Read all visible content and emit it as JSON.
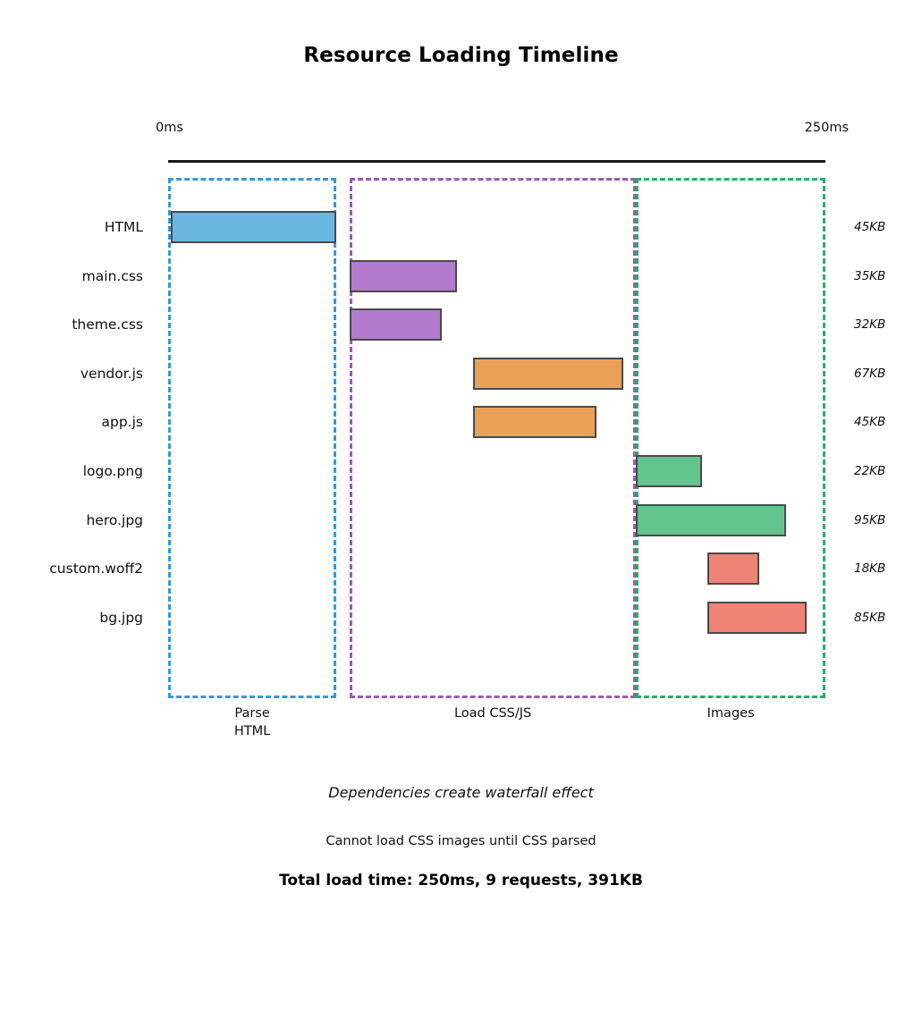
{
  "chart_data": {
    "type": "bar",
    "title": "Resource Loading Timeline",
    "subtitle": "",
    "xlabel": "",
    "ylabel": "",
    "orientation": "horizontal",
    "xlim": [
      0,
      250
    ],
    "xunit": "ms",
    "grid": false,
    "legend": "none",
    "axis_ticks": [
      {
        "label": "0ms",
        "value": 0
      },
      {
        "label": "250ms",
        "value": 250
      }
    ],
    "categories": [
      "HTML",
      "main.css",
      "theme.css",
      "vendor.js",
      "app.js",
      "logo.png",
      "hero.jpg",
      "custom.woff2",
      "bg.jpg"
    ],
    "bars": [
      {
        "resource": "HTML",
        "start_ms": 1,
        "end_ms": 64,
        "duration_ms": 63,
        "size": "45KB",
        "color": "#6BB7E3",
        "phase": "Parse HTML"
      },
      {
        "resource": "main.css",
        "start_ms": 69,
        "end_ms": 110,
        "duration_ms": 41,
        "size": "35KB",
        "color": "#B27BCE",
        "phase": "Load CSS/JS"
      },
      {
        "resource": "theme.css",
        "start_ms": 69,
        "end_ms": 104,
        "duration_ms": 35,
        "size": "32KB",
        "color": "#B27BCE",
        "phase": "Load CSS/JS"
      },
      {
        "resource": "vendor.js",
        "start_ms": 116,
        "end_ms": 173,
        "duration_ms": 57,
        "size": "67KB",
        "color": "#ECA158",
        "phase": "Load CSS/JS"
      },
      {
        "resource": "app.js",
        "start_ms": 116,
        "end_ms": 163,
        "duration_ms": 47,
        "size": "45KB",
        "color": "#ECA158",
        "phase": "Load CSS/JS"
      },
      {
        "resource": "logo.png",
        "start_ms": 178,
        "end_ms": 203,
        "duration_ms": 25,
        "size": "22KB",
        "color": "#63C48D",
        "phase": "Images"
      },
      {
        "resource": "hero.jpg",
        "start_ms": 178,
        "end_ms": 235,
        "duration_ms": 57,
        "size": "95KB",
        "color": "#63C48D",
        "phase": "Images"
      },
      {
        "resource": "custom.woff2",
        "start_ms": 205,
        "end_ms": 225,
        "duration_ms": 20,
        "size": "18KB",
        "color": "#EE8376",
        "phase": "Images"
      },
      {
        "resource": "bg.jpg",
        "start_ms": 205,
        "end_ms": 243,
        "duration_ms": 38,
        "size": "85KB",
        "color": "#EE8376",
        "phase": "Images"
      }
    ],
    "phases": [
      {
        "label": "Parse\nHTML",
        "start_ms": 0,
        "end_ms": 64,
        "color": "#3498DB"
      },
      {
        "label": "Load CSS/JS",
        "start_ms": 69,
        "end_ms": 178,
        "color": "#9B59B6"
      },
      {
        "label": "Images",
        "start_ms": 178,
        "end_ms": 250,
        "color": "#27AE60"
      }
    ],
    "annotations": [
      "Dependencies create waterfall effect",
      "Cannot load CSS images until CSS parsed",
      "Total load time: 250ms, 9 requests, 391KB"
    ]
  },
  "notes": {
    "italic_note": "Dependencies create waterfall effect",
    "plain_note": "Cannot load CSS images until CSS parsed",
    "total_note": "Total load time: 250ms, 9 requests, 391KB"
  },
  "axis": {
    "start_label": "0ms",
    "end_label": "250ms"
  },
  "colors": {
    "bar_border": "#4a4a4a",
    "axis_line": "#1a1a1a",
    "phase_parse": "#3498DB",
    "phase_load": "#9B59B6",
    "phase_images": "#27AE60",
    "bar_html": "#6BB7E3",
    "bar_css": "#B27BCE",
    "bar_js": "#ECA158",
    "bar_image": "#63C48D",
    "bar_font": "#EE8376"
  }
}
